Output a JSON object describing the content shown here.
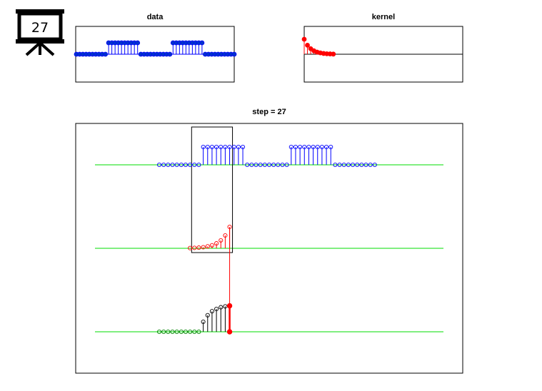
{
  "badge": {
    "label": "27",
    "icon": "presentation-board-icon"
  },
  "colors": {
    "data": "#0000ff",
    "data_fill": "#0033cc",
    "kernel": "#ff0000",
    "output": "#000000",
    "output_zero": "#008000",
    "baseline": "#00dd00",
    "frame": "#000000"
  },
  "chart_data": [
    {
      "type": "stem",
      "title": "data",
      "x": [
        1,
        2,
        3,
        4,
        5,
        6,
        7,
        8,
        9,
        10,
        11,
        12,
        13,
        14,
        15,
        16,
        17,
        18,
        19,
        20,
        21,
        22,
        23,
        24,
        25,
        26,
        27,
        28,
        29,
        30,
        31,
        32,
        33,
        34,
        35,
        36,
        37,
        38,
        39,
        40,
        41,
        42,
        43,
        44,
        45,
        46,
        47,
        48,
        49,
        50
      ],
      "values": [
        0,
        0,
        0,
        0,
        0,
        0,
        0,
        0,
        0,
        0,
        1,
        1,
        1,
        1,
        1,
        1,
        1,
        1,
        1,
        1,
        0,
        0,
        0,
        0,
        0,
        0,
        0,
        0,
        0,
        0,
        1,
        1,
        1,
        1,
        1,
        1,
        1,
        1,
        1,
        1,
        0,
        0,
        0,
        0,
        0,
        0,
        0,
        0,
        0,
        0
      ],
      "xlim": [
        1,
        50
      ],
      "ylim": [
        -1,
        1
      ]
    },
    {
      "type": "stem",
      "title": "kernel",
      "x": [
        1,
        2,
        3,
        4,
        5,
        6,
        7,
        8,
        9,
        10
      ],
      "values": [
        1,
        0.6,
        0.37,
        0.23,
        0.14,
        0.09,
        0.05,
        0.03,
        0.02,
        0.01
      ],
      "xlim": [
        1,
        50
      ],
      "ylim": [
        -1,
        1
      ]
    },
    {
      "type": "stem",
      "title": "step = 27",
      "step": 27,
      "xlim": [
        -8,
        80
      ],
      "panels": [
        {
          "name": "",
          "x": [
            11,
            12,
            13,
            14,
            15,
            16,
            17,
            18,
            19,
            20,
            21,
            22,
            23,
            24,
            25,
            26,
            27,
            28,
            29,
            30,
            31,
            32,
            33,
            34,
            35,
            36,
            37,
            38,
            39,
            40,
            41,
            42,
            43,
            44,
            45,
            46,
            47,
            48,
            49,
            50,
            51,
            52,
            53,
            54,
            55,
            56,
            57,
            58,
            59,
            60
          ],
          "values": [
            0,
            0,
            0,
            0,
            0,
            0,
            0,
            0,
            0,
            0,
            1,
            1,
            1,
            1,
            1,
            1,
            1,
            1,
            1,
            1,
            0,
            0,
            0,
            0,
            0,
            0,
            0,
            0,
            0,
            0,
            1,
            1,
            1,
            1,
            1,
            1,
            1,
            1,
            1,
            1,
            0,
            0,
            0,
            0,
            0,
            0,
            0,
            0,
            0,
            0
          ],
          "window": [
            19,
            27
          ]
        },
        {
          "name": "",
          "x": [
            18,
            19,
            20,
            21,
            22,
            23,
            24,
            25,
            26,
            27
          ],
          "values": [
            0.01,
            0.02,
            0.03,
            0.05,
            0.09,
            0.14,
            0.23,
            0.37,
            0.6,
            1
          ]
        },
        {
          "name": "",
          "x": [
            11,
            12,
            13,
            14,
            15,
            16,
            17,
            18,
            19,
            20,
            21,
            22,
            23,
            24,
            25,
            26,
            27
          ],
          "values": [
            0,
            0,
            0,
            0,
            0,
            0,
            0,
            0,
            0,
            0,
            0.35,
            0.58,
            0.72,
            0.8,
            0.86,
            0.89,
            0.91
          ],
          "current": {
            "x": 27,
            "value": 0.91
          }
        }
      ]
    }
  ]
}
